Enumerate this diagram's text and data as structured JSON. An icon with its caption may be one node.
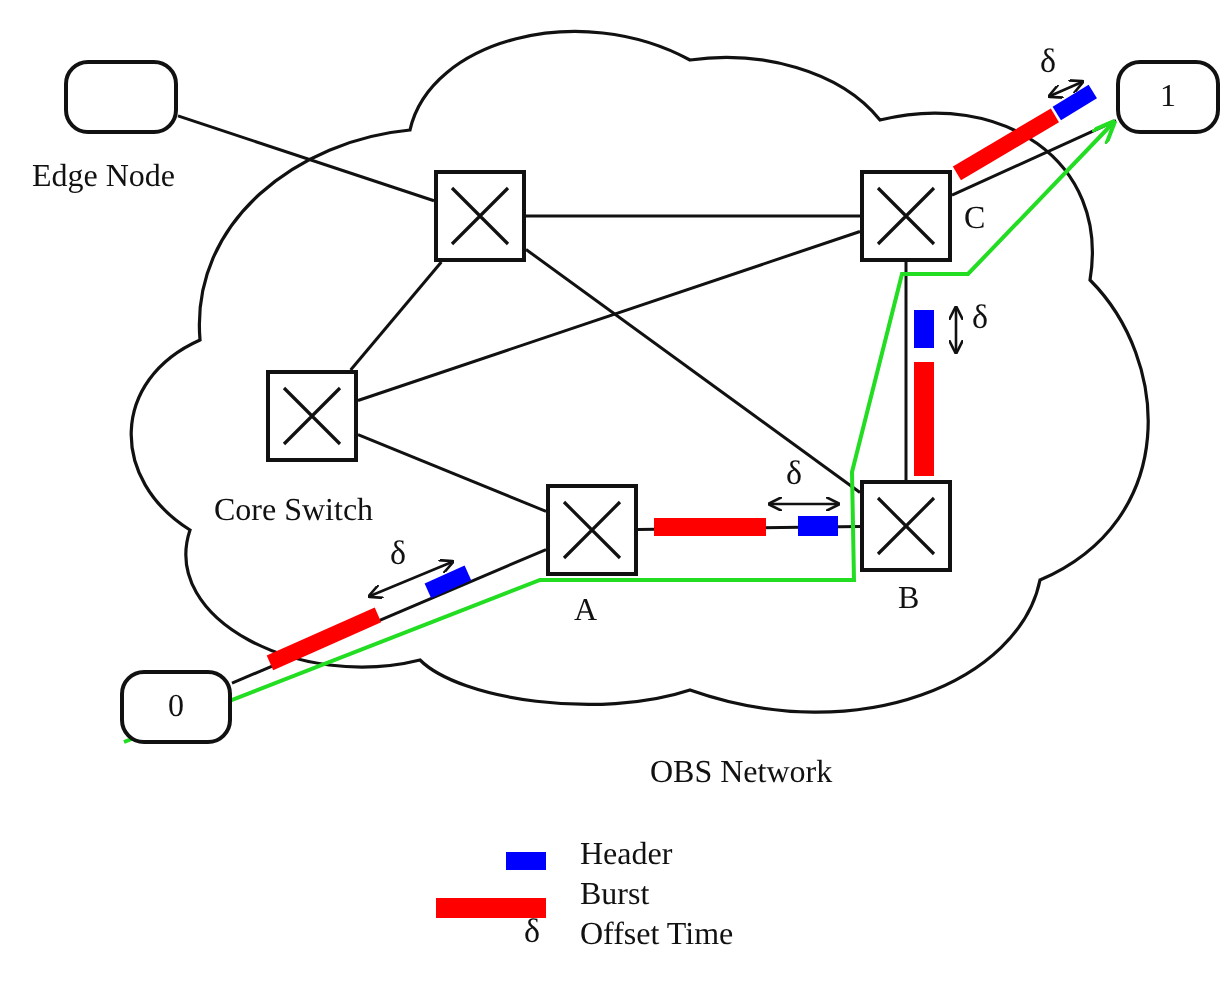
{
  "diagram": {
    "nodes": [
      {
        "text": [
          "OBS Network"
        ]
      },
      {
        "text": [
          "Edge Node"
        ]
      },
      {
        "text": [
          "1"
        ]
      },
      {
        "text": [],
        "shape": "box",
        "in": 0
      },
      {
        "text": [
          "C"
        ],
        "in": 0
      },
      {
        "text": [
          "Core Switch"
        ],
        "in": 0
      },
      {
        "text": [
          "A"
        ],
        "in": 0
      },
      {
        "text": [
          "B"
        ],
        "in": 0
      },
      {
        "text": [
          "0"
        ]
      }
    ],
    "edges": [
      {
        "from": 1,
        "to": 3,
        "arrow": "none"
      },
      {
        "from": 3,
        "to": 4,
        "arrow": "none"
      },
      {
        "from": 3,
        "to": 5,
        "arrow": "none"
      },
      {
        "from": 3,
        "to": 7,
        "arrow": "none"
      },
      {
        "from": 5,
        "to": 4,
        "arrow": "none"
      },
      {
        "from": 5,
        "to": 6,
        "arrow": "none"
      },
      {
        "from": 8,
        "to": 6,
        "arrow": "none"
      },
      {
        "from": 6,
        "to": 7,
        "arrow": "none"
      },
      {
        "from": 7,
        "to": 4,
        "arrow": "none"
      },
      {
        "from": 4,
        "to": 2,
        "arrow": "none"
      },
      {
        "from": 8,
        "to": 2,
        "arrow": "to",
        "color": "#22dd22"
      }
    ],
    "labels": [
      "δ",
      "δ",
      "δ",
      "δ",
      "δ"
    ],
    "legend": [
      {
        "text": "Header",
        "color": "#0000ff"
      },
      {
        "text": "Burst",
        "color": "#ff0000"
      },
      {
        "text": "Offset Time"
      }
    ]
  }
}
